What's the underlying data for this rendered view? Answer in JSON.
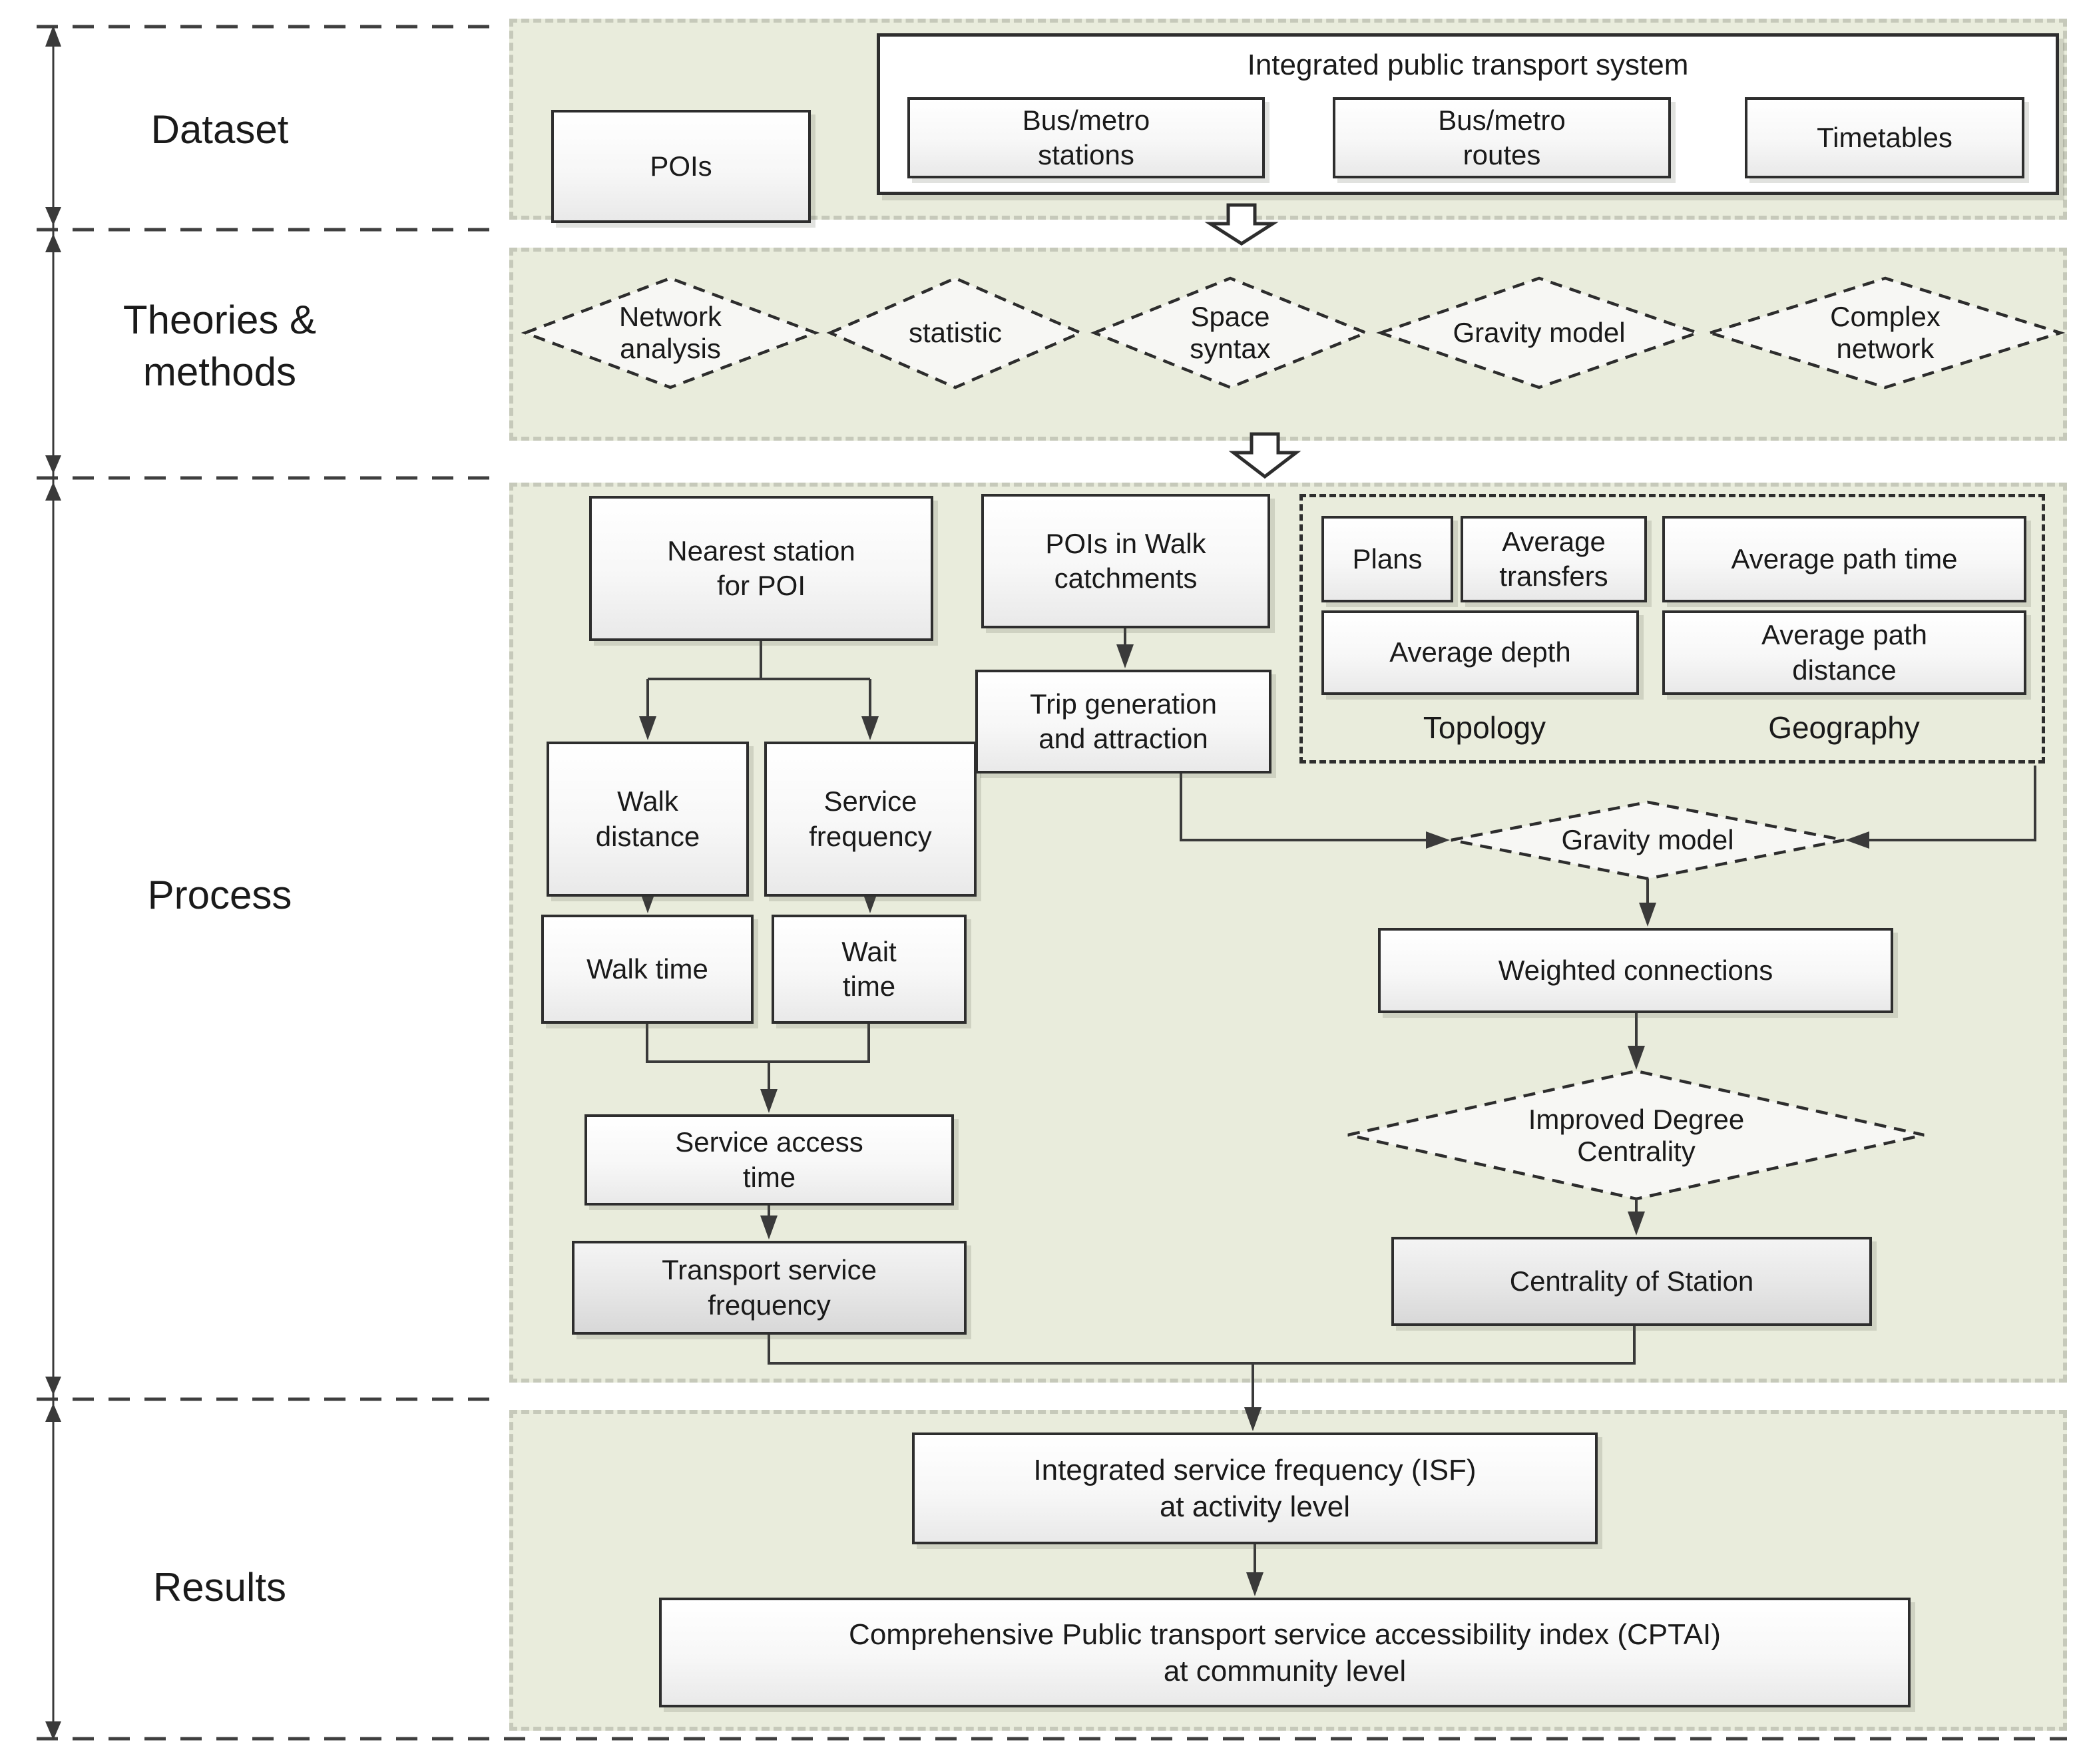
{
  "sections": {
    "dataset_label": "Dataset",
    "theories_label": "Theories &\nmethods",
    "process_label": "Process",
    "results_label": "Results"
  },
  "dataset": {
    "pois": "POIs",
    "system_title": "Integrated public transport system",
    "stations": "Bus/metro\nstations",
    "routes": "Bus/metro\nroutes",
    "timetables": "Timetables"
  },
  "theories": {
    "network_analysis": "Network\nanalysis",
    "statistic": "statistic",
    "space_syntax": "Space\nsyntax",
    "gravity_model": "Gravity model",
    "complex_network": "Complex\nnetwork"
  },
  "process": {
    "nearest_station": "Nearest station\nfor POI",
    "pois_walk": "POIs in Walk\ncatchments",
    "trip_generation": "Trip generation\nand attraction",
    "plans": "Plans",
    "average_transfers": "Average\ntransfers",
    "average_path_time": "Average path time",
    "average_depth": "Average depth",
    "average_path_distance": "Average path\ndistance",
    "topology": "Topology",
    "geography": "Geography",
    "walk_distance": "Walk\ndistance",
    "service_frequency": "Service\nfrequency",
    "walk_time": "Walk time",
    "wait_time": "Wait\ntime",
    "service_access_time": "Service access\ntime",
    "transport_service_frequency": "Transport service\nfrequency",
    "gravity_model": "Gravity model",
    "weighted_connections": "Weighted connections",
    "improved_degree_centrality": "Improved Degree\nCentrality",
    "centrality_of_station": "Centrality of Station"
  },
  "results": {
    "isf": "Integrated service frequency (ISF)\nat activity level",
    "cptai": "Comprehensive Public transport service accessibility index (CPTAI)\nat community level"
  },
  "colors": {
    "panel_fill": "#e9ecdc",
    "panel_dash": "#c6c9ba",
    "box_border": "#2e2e2e",
    "line": "#3a3a3a"
  }
}
